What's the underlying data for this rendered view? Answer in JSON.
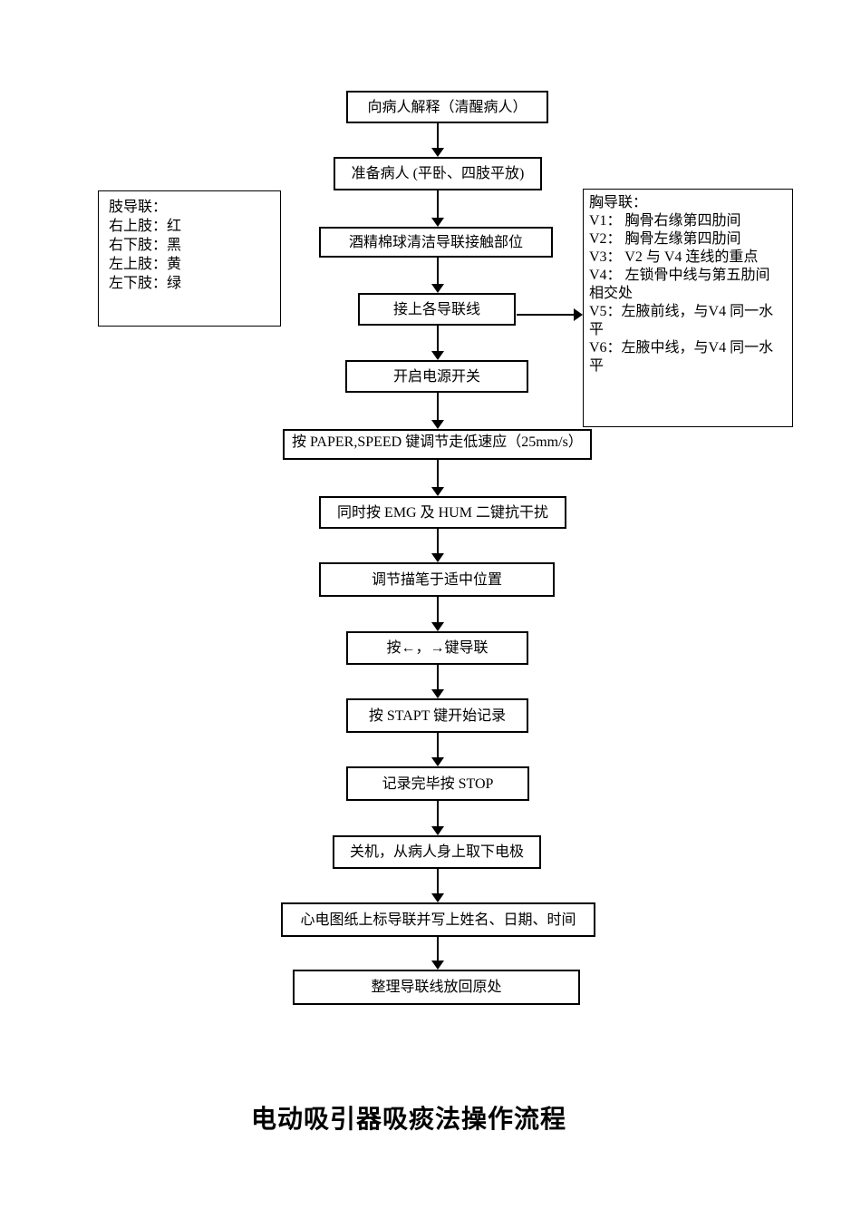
{
  "page_title": "电动吸引器吸痰法操作流程",
  "flowchart": {
    "steps": [
      {
        "label": "向病人解释（清醒病人）"
      },
      {
        "label": "准备病人 (平卧、四肢平放)"
      },
      {
        "label": "酒精棉球清洁导联接触部位"
      },
      {
        "label": "接上各导联线"
      },
      {
        "label": "开启电源开关"
      },
      {
        "label": "按 PAPER,SPEED 键调节走低速应（25mm/s）"
      },
      {
        "label": "同时按 EMG 及 HUM 二键抗干扰"
      },
      {
        "label": "调节描笔于适中位置"
      },
      {
        "label": "按←，→键导联"
      },
      {
        "label": "按 STAPT 键开始记录"
      },
      {
        "label": "记录完毕按 STOP"
      },
      {
        "label": "关机，从病人身上取下电极"
      },
      {
        "label": "心电图纸上标导联并写上姓名、日期、时间"
      },
      {
        "label": "整理导联线放回原处"
      }
    ],
    "limb_leads_note": {
      "lines": [
        "肢导联：",
        "右上肢：红",
        "右下肢：黑",
        "左上肢：黄",
        "左下肢：绿"
      ]
    },
    "chest_leads_note": {
      "lines": [
        "胸导联：",
        "V1： 胸骨右缘第四肋间",
        "V2： 胸骨左缘第四肋间",
        "V3： V2 与 V4 连线的重点",
        "V4： 左锁骨中线与第五肋间相交处",
        "V5：左腋前线，与V4 同一水平",
        "V6：左腋中线，与V4 同一水平"
      ]
    }
  },
  "colors": {
    "line": "#000000",
    "text": "#000000",
    "background": "#ffffff"
  }
}
